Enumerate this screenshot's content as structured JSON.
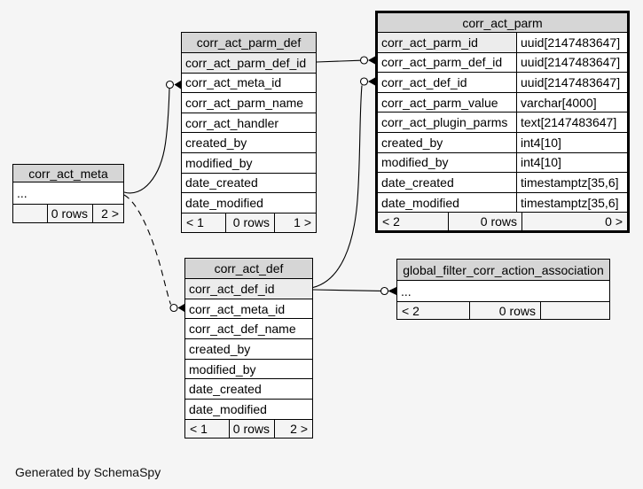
{
  "page": {
    "credit": "Generated by SchemaSpy"
  },
  "colors": {
    "canvas": "#f5f5f5",
    "header_fill": "#d6d6d6",
    "primary_key_fill": "#ececec",
    "row_fill": "#ffffff",
    "footer_fill": "#f4f4f4",
    "border": "#000000"
  },
  "tables": {
    "corr_act_meta": {
      "title": "corr_act_meta",
      "emphasized": false,
      "rows": [
        {
          "name": "..."
        }
      ],
      "footer": {
        "left": "",
        "center": "0 rows",
        "right": "2 >"
      }
    },
    "corr_act_parm_def": {
      "title": "corr_act_parm_def",
      "emphasized": false,
      "rows": [
        {
          "name": "corr_act_parm_def_id",
          "pk": true
        },
        {
          "name": "corr_act_meta_id"
        },
        {
          "name": "corr_act_parm_name"
        },
        {
          "name": "corr_act_handler"
        },
        {
          "name": "created_by"
        },
        {
          "name": "modified_by"
        },
        {
          "name": "date_created"
        },
        {
          "name": "date_modified"
        }
      ],
      "footer": {
        "left": "< 1",
        "center": "0 rows",
        "right": "1 >"
      }
    },
    "corr_act_parm": {
      "title": "corr_act_parm",
      "emphasized": true,
      "rows": [
        {
          "name": "corr_act_parm_id",
          "type": "uuid[2147483647]",
          "pk": true
        },
        {
          "name": "corr_act_parm_def_id",
          "type": "uuid[2147483647]"
        },
        {
          "name": "corr_act_def_id",
          "type": "uuid[2147483647]"
        },
        {
          "name": "corr_act_parm_value",
          "type": "varchar[4000]"
        },
        {
          "name": "corr_act_plugin_parms",
          "type": "text[2147483647]"
        },
        {
          "name": "created_by",
          "type": "int4[10]"
        },
        {
          "name": "modified_by",
          "type": "int4[10]"
        },
        {
          "name": "date_created",
          "type": "timestamptz[35,6]"
        },
        {
          "name": "date_modified",
          "type": "timestamptz[35,6]"
        }
      ],
      "footer": {
        "left": "< 2",
        "center": "0 rows",
        "right": "0 >"
      }
    },
    "corr_act_def": {
      "title": "corr_act_def",
      "emphasized": false,
      "rows": [
        {
          "name": "corr_act_def_id",
          "pk": true
        },
        {
          "name": "corr_act_meta_id"
        },
        {
          "name": "corr_act_def_name"
        },
        {
          "name": "created_by"
        },
        {
          "name": "modified_by"
        },
        {
          "name": "date_created"
        },
        {
          "name": "date_modified"
        }
      ],
      "footer": {
        "left": "< 1",
        "center": "0 rows",
        "right": "2 >"
      }
    },
    "global_filter_corr_action_association": {
      "title": "global_filter_corr_action_association",
      "emphasized": false,
      "rows": [
        {
          "name": "..."
        }
      ],
      "footer": {
        "left": "< 2",
        "center": "0 rows",
        "right": ""
      }
    }
  },
  "relationships": [
    {
      "from": "corr_act_meta",
      "to": "corr_act_parm_def.corr_act_meta_id",
      "style": "solid"
    },
    {
      "from": "corr_act_meta",
      "to": "corr_act_def.corr_act_meta_id",
      "style": "dashed"
    },
    {
      "from": "corr_act_parm_def.corr_act_parm_def_id",
      "to": "corr_act_parm.corr_act_parm_def_id",
      "style": "solid"
    },
    {
      "from": "corr_act_def.corr_act_def_id",
      "to": "corr_act_parm.corr_act_def_id",
      "style": "solid"
    },
    {
      "from": "corr_act_def.corr_act_def_id",
      "to": "global_filter_corr_action_association",
      "style": "solid"
    }
  ]
}
